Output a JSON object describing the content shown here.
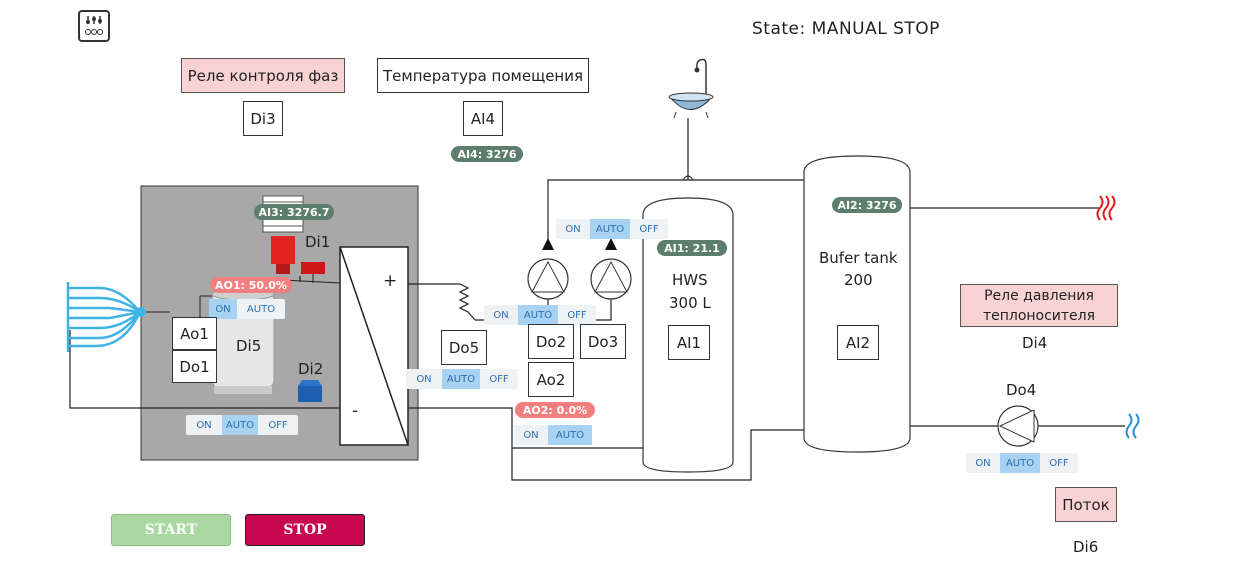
{
  "state": {
    "label": "State:",
    "value": "MANUAL STOP"
  },
  "labels": {
    "phase_relay": "Реле контроля фаз",
    "room_temp": "Температура помещения",
    "pressure_relay_l1": "Реле давления",
    "pressure_relay_l2": "теплоносителя",
    "flow": "Поток"
  },
  "io": {
    "di3": "Di3",
    "ai4": "AI4",
    "di1": "Di1",
    "di2": "Di2",
    "di4": "Di4",
    "di5": "Di5",
    "di6": "Di6",
    "ao1": "Ao1",
    "do1": "Do1",
    "do5": "Do5",
    "do2": "Do2",
    "do3": "Do3",
    "ao2": "Ao2",
    "do4": "Do4",
    "ai1": "AI1",
    "ai2": "AI2"
  },
  "readings": {
    "ai4": "AI4: 3276",
    "ai3": "AI3: 3276.7",
    "ao1": "AO1: 50.0%",
    "ao2": "AO2: 0.0%",
    "ai1": "AI1: 21.1",
    "ai2": "AI2: 3276"
  },
  "tanks": {
    "hws_l1": "HWS",
    "hws_l2": "300 L",
    "buffer_l1": "Bufer tank",
    "buffer_l2": "200"
  },
  "hp": {
    "plus": "+",
    "minus": "-"
  },
  "switch": {
    "on": "ON",
    "auto": "AUTO",
    "off": "OFF"
  },
  "buttons": {
    "start": "START",
    "stop": "STOP"
  },
  "colors": {
    "start": "#a9d8a0",
    "stop": "#c8064e",
    "panel": "#a8a8a8",
    "badge_green": "#5d7d6f",
    "badge_red": "#f17f7f",
    "pink": "#f9d3d3",
    "switch_active": "#a8d2f2"
  }
}
